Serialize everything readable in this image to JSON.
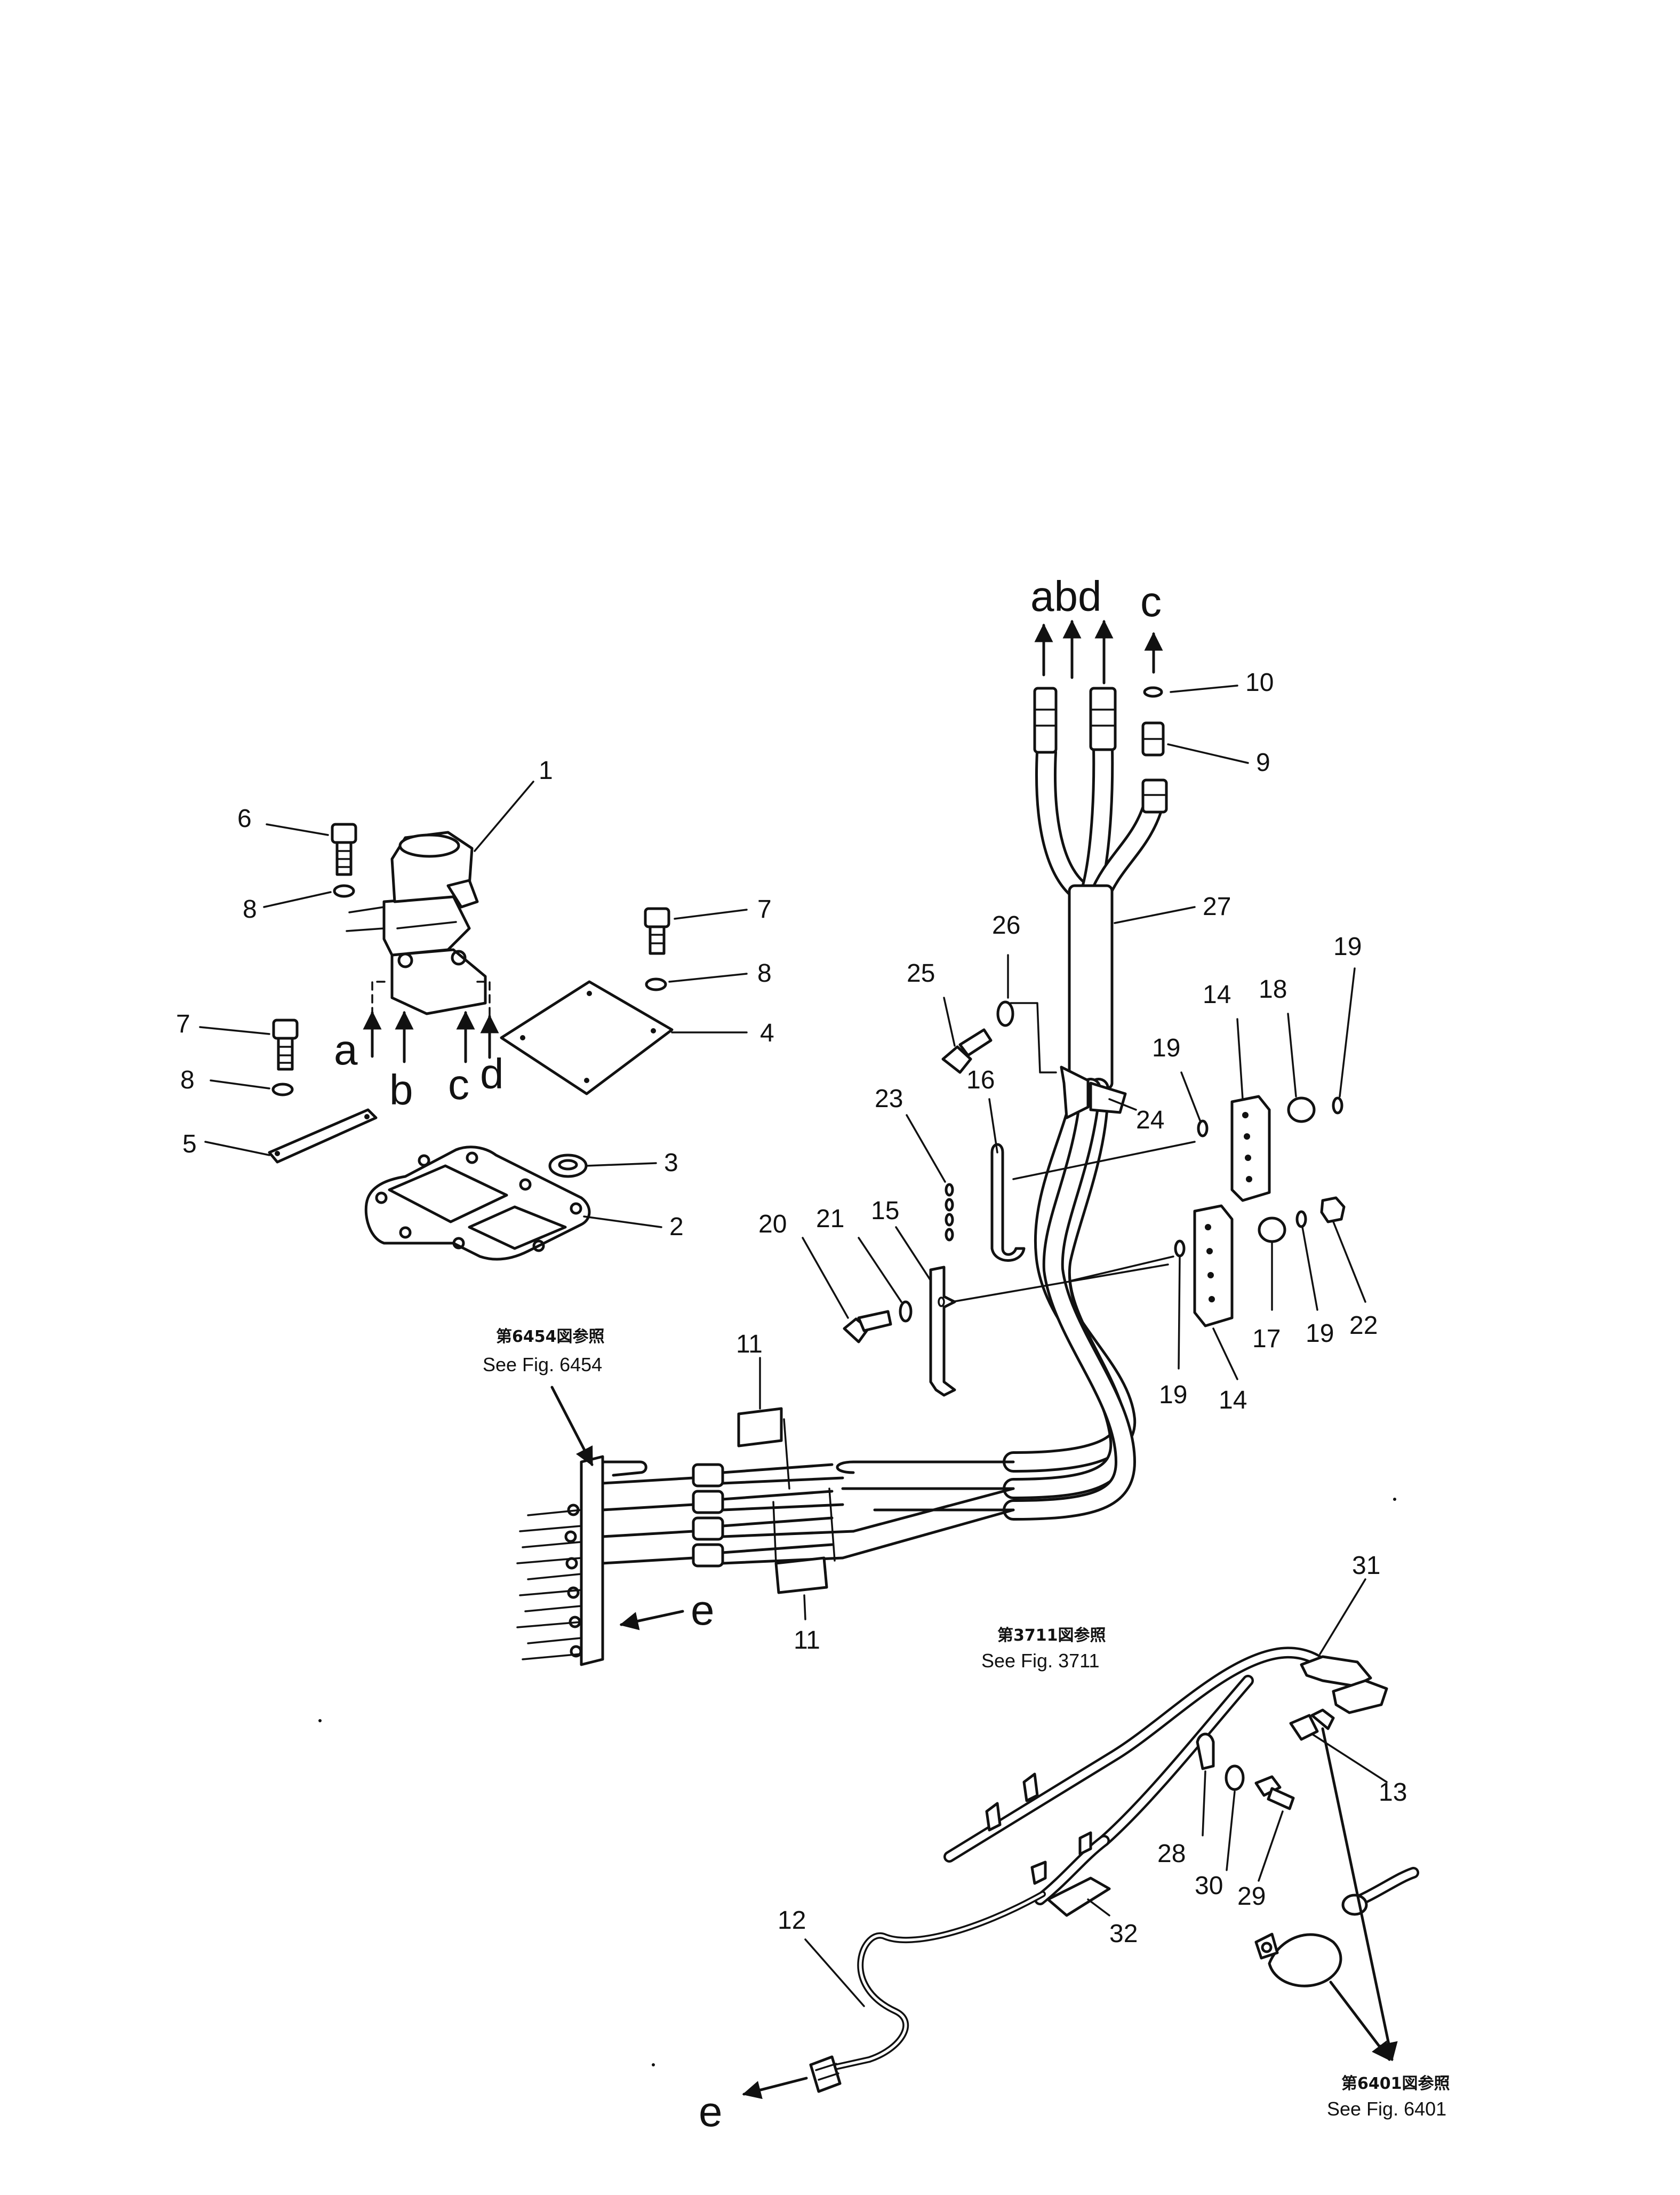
{
  "callouts": {
    "c1": "1",
    "c2": "2",
    "c3": "3",
    "c4": "4",
    "c5": "5",
    "c6": "6",
    "c7a": "7",
    "c7b": "7",
    "c8a": "8",
    "c8b": "8",
    "c8c": "8",
    "c9": "9",
    "c10": "10",
    "c11a": "11",
    "c11b": "11",
    "c12": "12",
    "c13": "13",
    "c14a": "14",
    "c14b": "14",
    "c15": "15",
    "c16": "16",
    "c17": "17",
    "c18": "18",
    "c19a": "19",
    "c19b": "19",
    "c19c": "19",
    "c19d": "19",
    "c20": "20",
    "c21": "21",
    "c22": "22",
    "c23": "23",
    "c24": "24",
    "c25": "25",
    "c26": "26",
    "c27": "27",
    "c28": "28",
    "c29": "29",
    "c30": "30",
    "c31": "31",
    "c32": "32"
  },
  "ports": {
    "top_abd": "abd",
    "top_c": "c",
    "valve_a": "a",
    "valve_b": "b",
    "valve_c": "c",
    "valve_d": "d",
    "bank_e": "e",
    "pipe_e": "e"
  },
  "references": {
    "fig6454_jp": "第6454図参照",
    "fig6454_en": "See Fig. 6454",
    "fig3711_jp": "第3711図参照",
    "fig3711_en": "See Fig. 3711",
    "fig6401_jp": "第6401図参照",
    "fig6401_en": "See Fig. 6401"
  }
}
